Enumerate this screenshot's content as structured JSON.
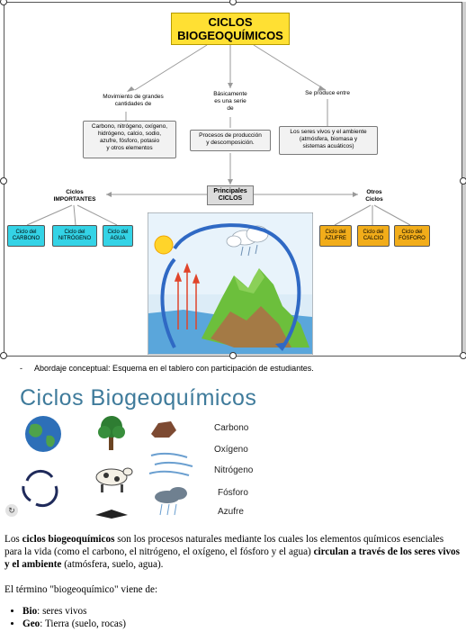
{
  "concept_map": {
    "title": "CICLOS\nBIOGEOQUÍMICOS",
    "left_label": "Movimiento de grandes\ncantidades de",
    "left_box": "Carbono, nitrógeno, oxígeno,\nhidrógeno, calcio, sodio,\nazufre, fósforo, potasio\ny otros elementos",
    "mid_label": "Básicamente\nes una serie\nde",
    "mid_box": "Procesos de producción\ny descomposición.",
    "right_label": "Se produce entre",
    "right_box": "Los seres vivos y el ambiente\n(atmósfera, biomasa y\nsistemas acuáticos)",
    "center_box": "Principales\nCICLOS",
    "important_label": "Ciclos\nIMPORTANTES",
    "other_label": "Otros\nCiclos",
    "important_cycles": [
      "Ciclo del\nCARBONO",
      "Ciclo del\nNITRÓGENO",
      "Ciclo del\nAGUA"
    ],
    "other_cycles": [
      "Ciclo del\nAZUFRE",
      "Ciclo del\nCALCIO",
      "Ciclo del\nFÓSFORO"
    ],
    "colors": {
      "title_bg": "#ffe033",
      "important": "#34d3e6",
      "other": "#f2ad1a"
    }
  },
  "caption": {
    "dash": "-",
    "text": "Abordaje conceptual: Esquema en el tablero con participación de estudiantes."
  },
  "infographic": {
    "title": "Ciclos Biogeoquímicos",
    "elements": [
      "Carbono",
      "Oxígeno",
      "Nitrógeno",
      "Fósforo",
      "Azufre"
    ],
    "icons": [
      "earth-icon",
      "tree-icon",
      "rock-icon",
      "recycle-arrows-icon",
      "cow-icon",
      "wind-icon",
      "rain-cloud-icon",
      "bird-icon"
    ]
  },
  "paragraph1": {
    "t1": "Los ",
    "b1": "ciclos biogeoquímicos",
    "t2": " son los procesos naturales mediante los cuales los elementos químicos esenciales para la vida (como el carbono, el nitrógeno, el oxígeno, el fósforo y el agua) ",
    "b2": "circulan a través de los seres vivos y el ambiente",
    "t3": " (atmósfera, suelo, agua)."
  },
  "paragraph2": "El término \"biogeoquímico\" viene de:",
  "terms": [
    {
      "term": "Bio",
      "meaning": ": seres vivos"
    },
    {
      "term": "Geo",
      "meaning": ": Tierra (suelo, rocas)"
    }
  ]
}
